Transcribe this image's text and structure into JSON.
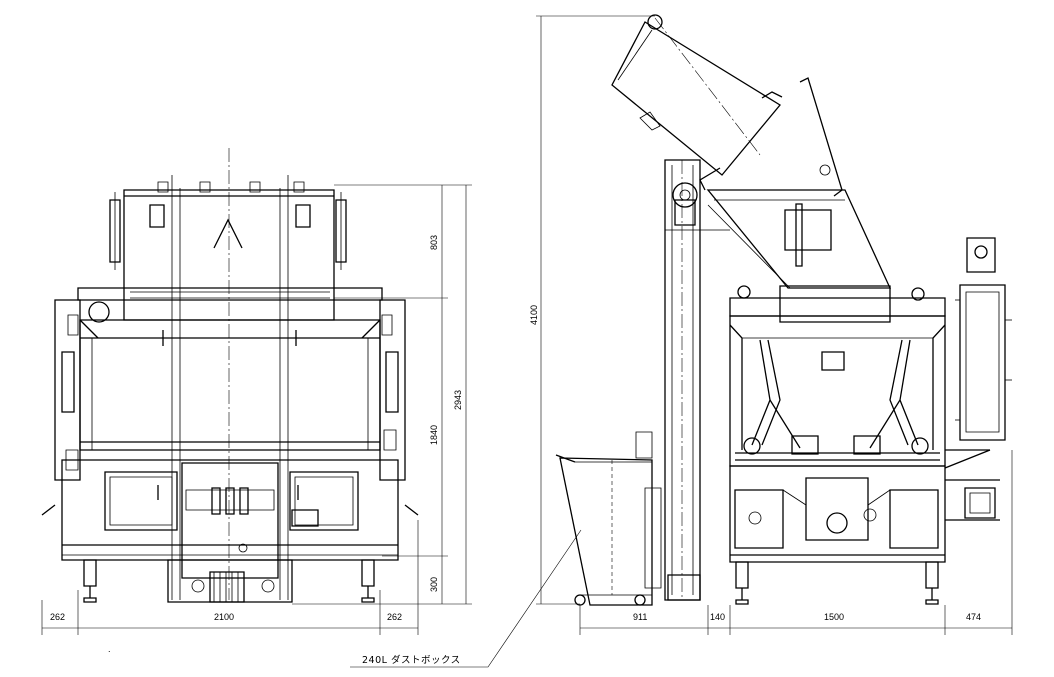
{
  "front_view": {
    "dimensions": {
      "width_left": "262",
      "width_main": "2100",
      "width_right": "262",
      "height_top": "803",
      "height_middle": "1840",
      "height_total": "2943",
      "height_bottom": "300"
    }
  },
  "side_view": {
    "dimensions": {
      "height_overall": "4100",
      "width_bin": "911",
      "width_gap": "140",
      "width_body": "1500",
      "width_panel": "474"
    },
    "callout": "240L ダストボックス"
  },
  "marker_dot": "."
}
